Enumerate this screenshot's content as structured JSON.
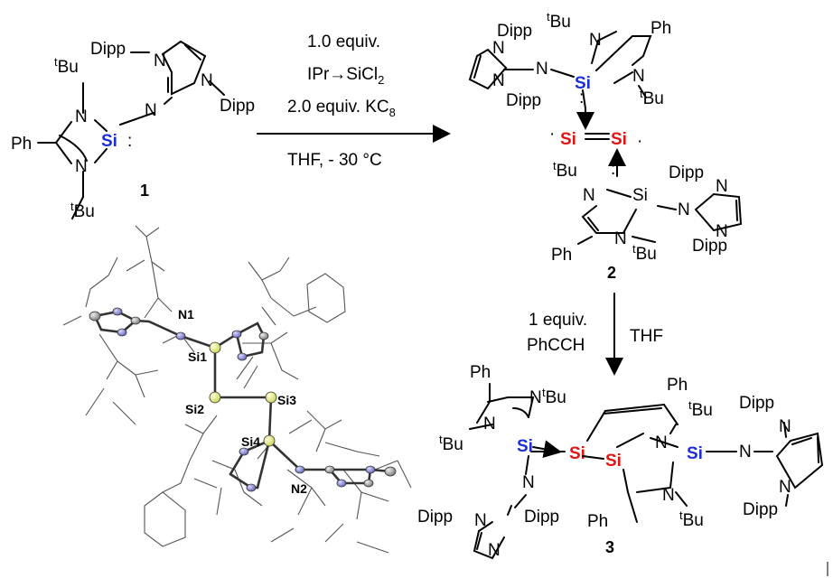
{
  "compounds": {
    "c1": {
      "number": "1"
    },
    "c2": {
      "number": "2"
    },
    "c3": {
      "number": "3"
    }
  },
  "labels": {
    "dipp": "Dipp",
    "tbu_sup": "t",
    "tbu_main": "Bu",
    "ph": "Ph",
    "si": "Si",
    "n": "N"
  },
  "reaction1": {
    "line1": "1.0 equiv.",
    "line2": "IPr→SiCl",
    "line2_sub": "2",
    "line3": "2.0 equiv. KC",
    "line3_sub": "8",
    "line4": "THF, - 30 °C"
  },
  "reaction2": {
    "line1": "1 equiv.",
    "line2": "PhCCH",
    "solvent": "THF"
  },
  "xray": {
    "atoms": [
      "N1",
      "Si1",
      "Si2",
      "Si3",
      "Si4",
      "N2"
    ]
  },
  "colors": {
    "si_blue": "#1a2fd8",
    "si_red": "#e11414",
    "si_atom_fill": "#e6ec8a",
    "n_atom_fill": "#8f8fd9"
  }
}
